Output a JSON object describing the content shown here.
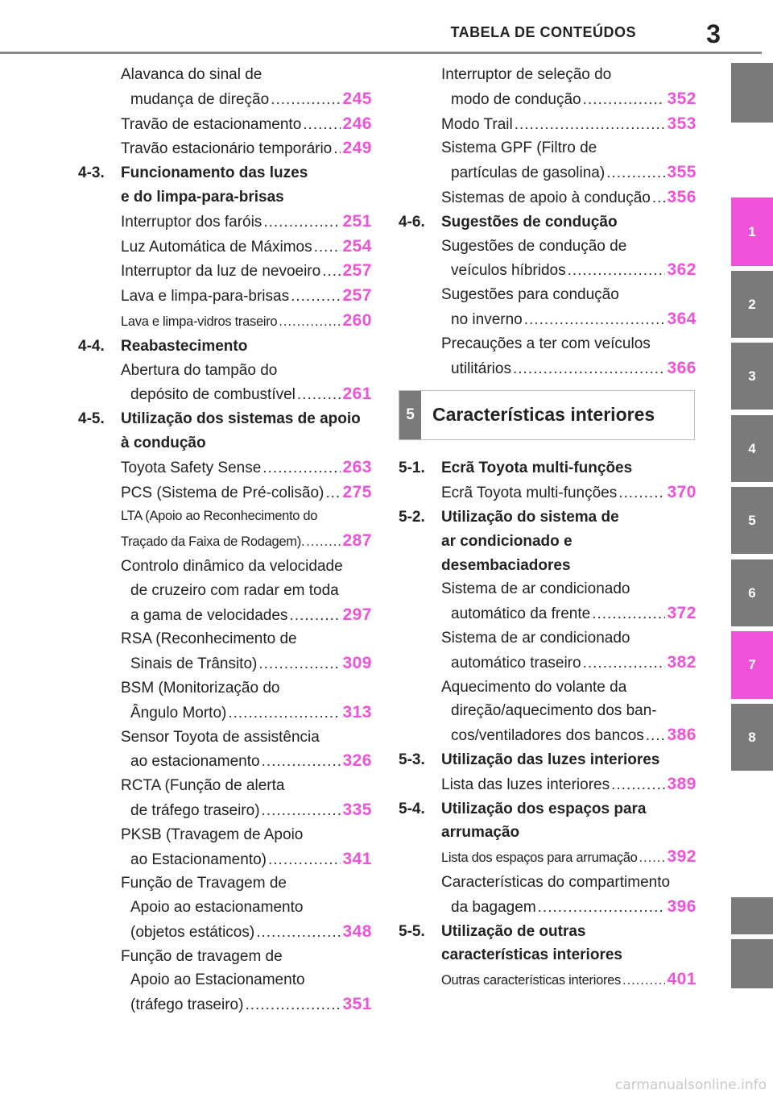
{
  "header": {
    "title": "TABELA DE CONTEÚDOS",
    "page_number": "3"
  },
  "left_column": {
    "e1": {
      "lines": [
        "Alavanca do sinal de",
        "mudança de direção"
      ],
      "page": "245"
    },
    "e2": {
      "lines": [
        "Travão de estacionamento"
      ],
      "page": "246"
    },
    "e3": {
      "lines": [
        "Travão estacionário temporário"
      ],
      "page": "249"
    },
    "s43": {
      "number": "4-3.",
      "titles": [
        "Funcionamento das luzes",
        "e do limpa-para-brisas"
      ]
    },
    "e4": {
      "lines": [
        "Interruptor dos faróis"
      ],
      "page": "251"
    },
    "e5": {
      "lines": [
        "Luz Automática de Máximos"
      ],
      "page": "254"
    },
    "e6": {
      "lines": [
        "Interruptor da luz de nevoeiro"
      ],
      "page": "257"
    },
    "e7": {
      "lines": [
        "Lava e limpa-para-brisas"
      ],
      "page": "257"
    },
    "e8": {
      "lines": [
        "Lava e limpa-vidros traseiro"
      ],
      "page": "260"
    },
    "s44": {
      "number": "4-4.",
      "titles": [
        "Reabastecimento"
      ]
    },
    "e9": {
      "lines": [
        "Abertura do tampão do",
        "depósito de combustível"
      ],
      "page": "261"
    },
    "s45": {
      "number": "4-5.",
      "titles": [
        "Utilização dos sistemas de apoio",
        "à condução"
      ]
    },
    "e10": {
      "lines": [
        "Toyota Safety Sense"
      ],
      "page": "263"
    },
    "e11": {
      "lines": [
        "PCS (Sistema de Pré-colisão)"
      ],
      "page": "275"
    },
    "e12": {
      "lines": [
        "LTA (Apoio ao Reconhecimento do",
        "Traçado da Faixa de Rodagem)."
      ],
      "page": "287"
    },
    "e13": {
      "lines": [
        "Controlo dinâmico da velocidade",
        "de cruzeiro com radar em toda",
        "a gama de velocidades"
      ],
      "page": "297"
    },
    "e14": {
      "lines": [
        "RSA (Reconhecimento de",
        "Sinais de Trânsito)"
      ],
      "page": "309"
    },
    "e15": {
      "lines": [
        "BSM (Monitorização do",
        "Ângulo Morto)"
      ],
      "page": "313"
    },
    "e16": {
      "lines": [
        "Sensor Toyota de assistência",
        "ao estacionamento"
      ],
      "page": "326"
    },
    "e17": {
      "lines": [
        "RCTA (Função de alerta",
        "de tráfego traseiro)"
      ],
      "page": "335"
    },
    "e18": {
      "lines": [
        "PKSB (Travagem de Apoio",
        "ao Estacionamento)"
      ],
      "page": "341"
    },
    "e19": {
      "lines": [
        "Função de Travagem de",
        "Apoio ao estacionamento",
        "(objetos estáticos)"
      ],
      "page": "348"
    },
    "e20": {
      "lines": [
        "Função de travagem de",
        "Apoio ao Estacionamento",
        "(tráfego traseiro)"
      ],
      "page": "351"
    }
  },
  "right_column": {
    "e1": {
      "lines": [
        "Interruptor de seleção do",
        "modo de condução"
      ],
      "page": "352"
    },
    "e2": {
      "lines": [
        "Modo Trail"
      ],
      "page": "353"
    },
    "e3": {
      "lines": [
        "Sistema GPF (Filtro de",
        "partículas de gasolina)"
      ],
      "page": "355"
    },
    "e4": {
      "lines": [
        "Sistemas de apoio à condução"
      ],
      "page": "356"
    },
    "s46": {
      "number": "4-6.",
      "titles": [
        "Sugestões de condução"
      ]
    },
    "e5": {
      "lines": [
        "Sugestões de condução de",
        "veículos híbridos"
      ],
      "page": "362"
    },
    "e6": {
      "lines": [
        "Sugestões para condução",
        "no inverno"
      ],
      "page": "364"
    },
    "e7": {
      "lines": [
        "Precauções a ter com veículos",
        "utilitários"
      ],
      "page": "366"
    },
    "chapter": {
      "number": "5",
      "title": "Características interiores"
    },
    "s51": {
      "number": "5-1.",
      "titles": [
        "Ecrã Toyota multi-funções"
      ]
    },
    "e8": {
      "lines": [
        "Ecrã Toyota multi-funções"
      ],
      "page": "370"
    },
    "s52": {
      "number": "5-2.",
      "titles": [
        "Utilização do sistema de",
        "ar condicionado e",
        "desembaciadores"
      ]
    },
    "e9": {
      "lines": [
        "Sistema de ar condicionado",
        "automático da frente"
      ],
      "page": "372"
    },
    "e10": {
      "lines": [
        "Sistema de ar condicionado",
        "automático traseiro"
      ],
      "page": "382"
    },
    "e11": {
      "lines": [
        "Aquecimento do volante da",
        "direção/aquecimento dos ban-",
        "cos/ventiladores dos bancos"
      ],
      "page": "386"
    },
    "s53": {
      "number": "5-3.",
      "titles": [
        "Utilização das luzes interiores"
      ]
    },
    "e12": {
      "lines": [
        "Lista das luzes interiores"
      ],
      "page": "389"
    },
    "s54": {
      "number": "5-4.",
      "titles": [
        "Utilização dos espaços para",
        "arrumação"
      ]
    },
    "e13": {
      "lines": [
        "Lista dos espaços para arrumação"
      ],
      "page": "392"
    },
    "e14": {
      "lines": [
        "Características do compartimento",
        "da bagagem"
      ],
      "page": "396"
    },
    "s55": {
      "number": "5-5.",
      "titles": [
        "Utilização de outras",
        "características interiores"
      ]
    },
    "e15": {
      "lines": [
        "Outras características interiores"
      ],
      "page": "401"
    }
  },
  "tabs": {
    "t1": "1",
    "t2": "2",
    "t3": "3",
    "t4": "4",
    "t5": "5",
    "t6": "6",
    "t7": "7",
    "t8": "8",
    "colors": {
      "gray": "#7a7a7a",
      "pink": "#ee52d8"
    }
  },
  "page_number_color": "#ee52d8",
  "watermark": "carmanualsonline.info"
}
